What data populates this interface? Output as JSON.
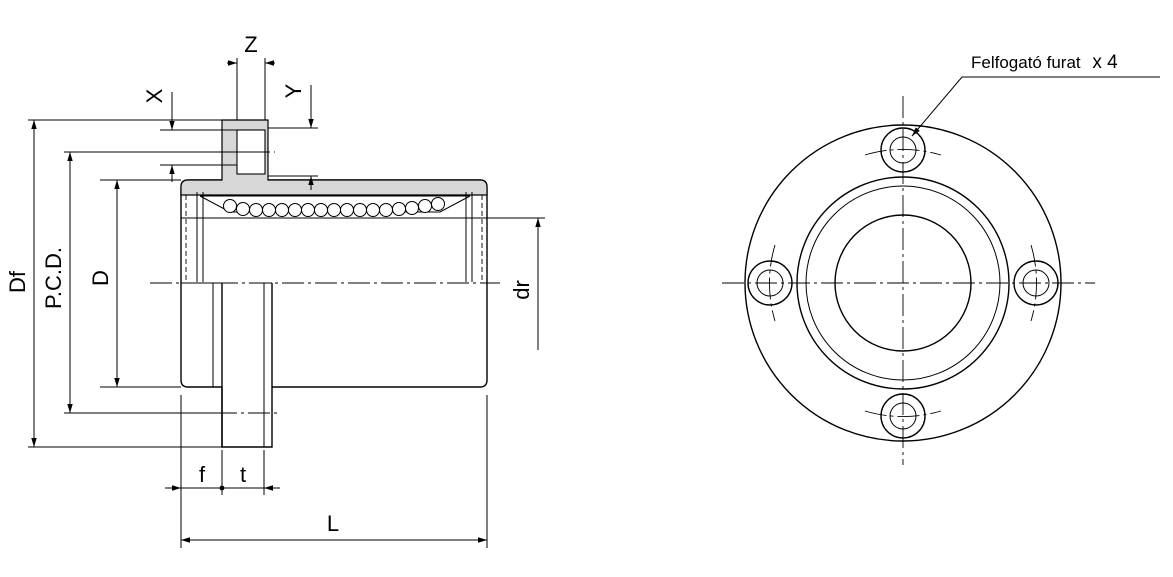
{
  "labels": {
    "z": "Z",
    "x": "X",
    "y": "Y",
    "df": "Df",
    "pcd": "P.C.D.",
    "d": "D",
    "dr": "dr",
    "f": "f",
    "t": "t",
    "l": "L"
  },
  "callout": {
    "text": "Felfogató furat",
    "count": "x 4"
  },
  "colors": {
    "line": "#000000",
    "section_fill": "#d7d7d7",
    "background": "#ffffff"
  }
}
